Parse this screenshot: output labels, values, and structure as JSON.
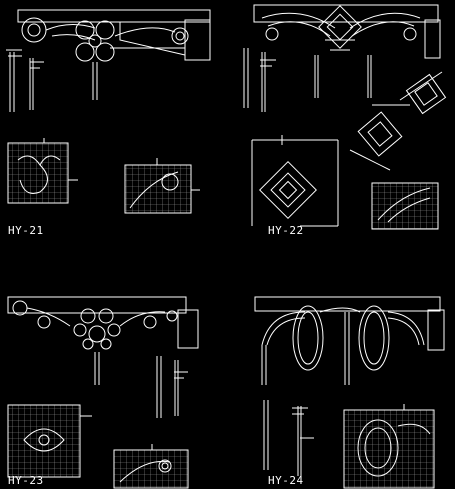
{
  "panels": [
    {
      "id": "hy21",
      "label": "HY-21"
    },
    {
      "id": "hy22",
      "label": "HY-22"
    },
    {
      "id": "hy23",
      "label": "HY-23"
    },
    {
      "id": "hy24",
      "label": "HY-24"
    }
  ],
  "colors": {
    "background": "#000000",
    "line": "#ffffff",
    "dim": "#c8c8c8"
  }
}
